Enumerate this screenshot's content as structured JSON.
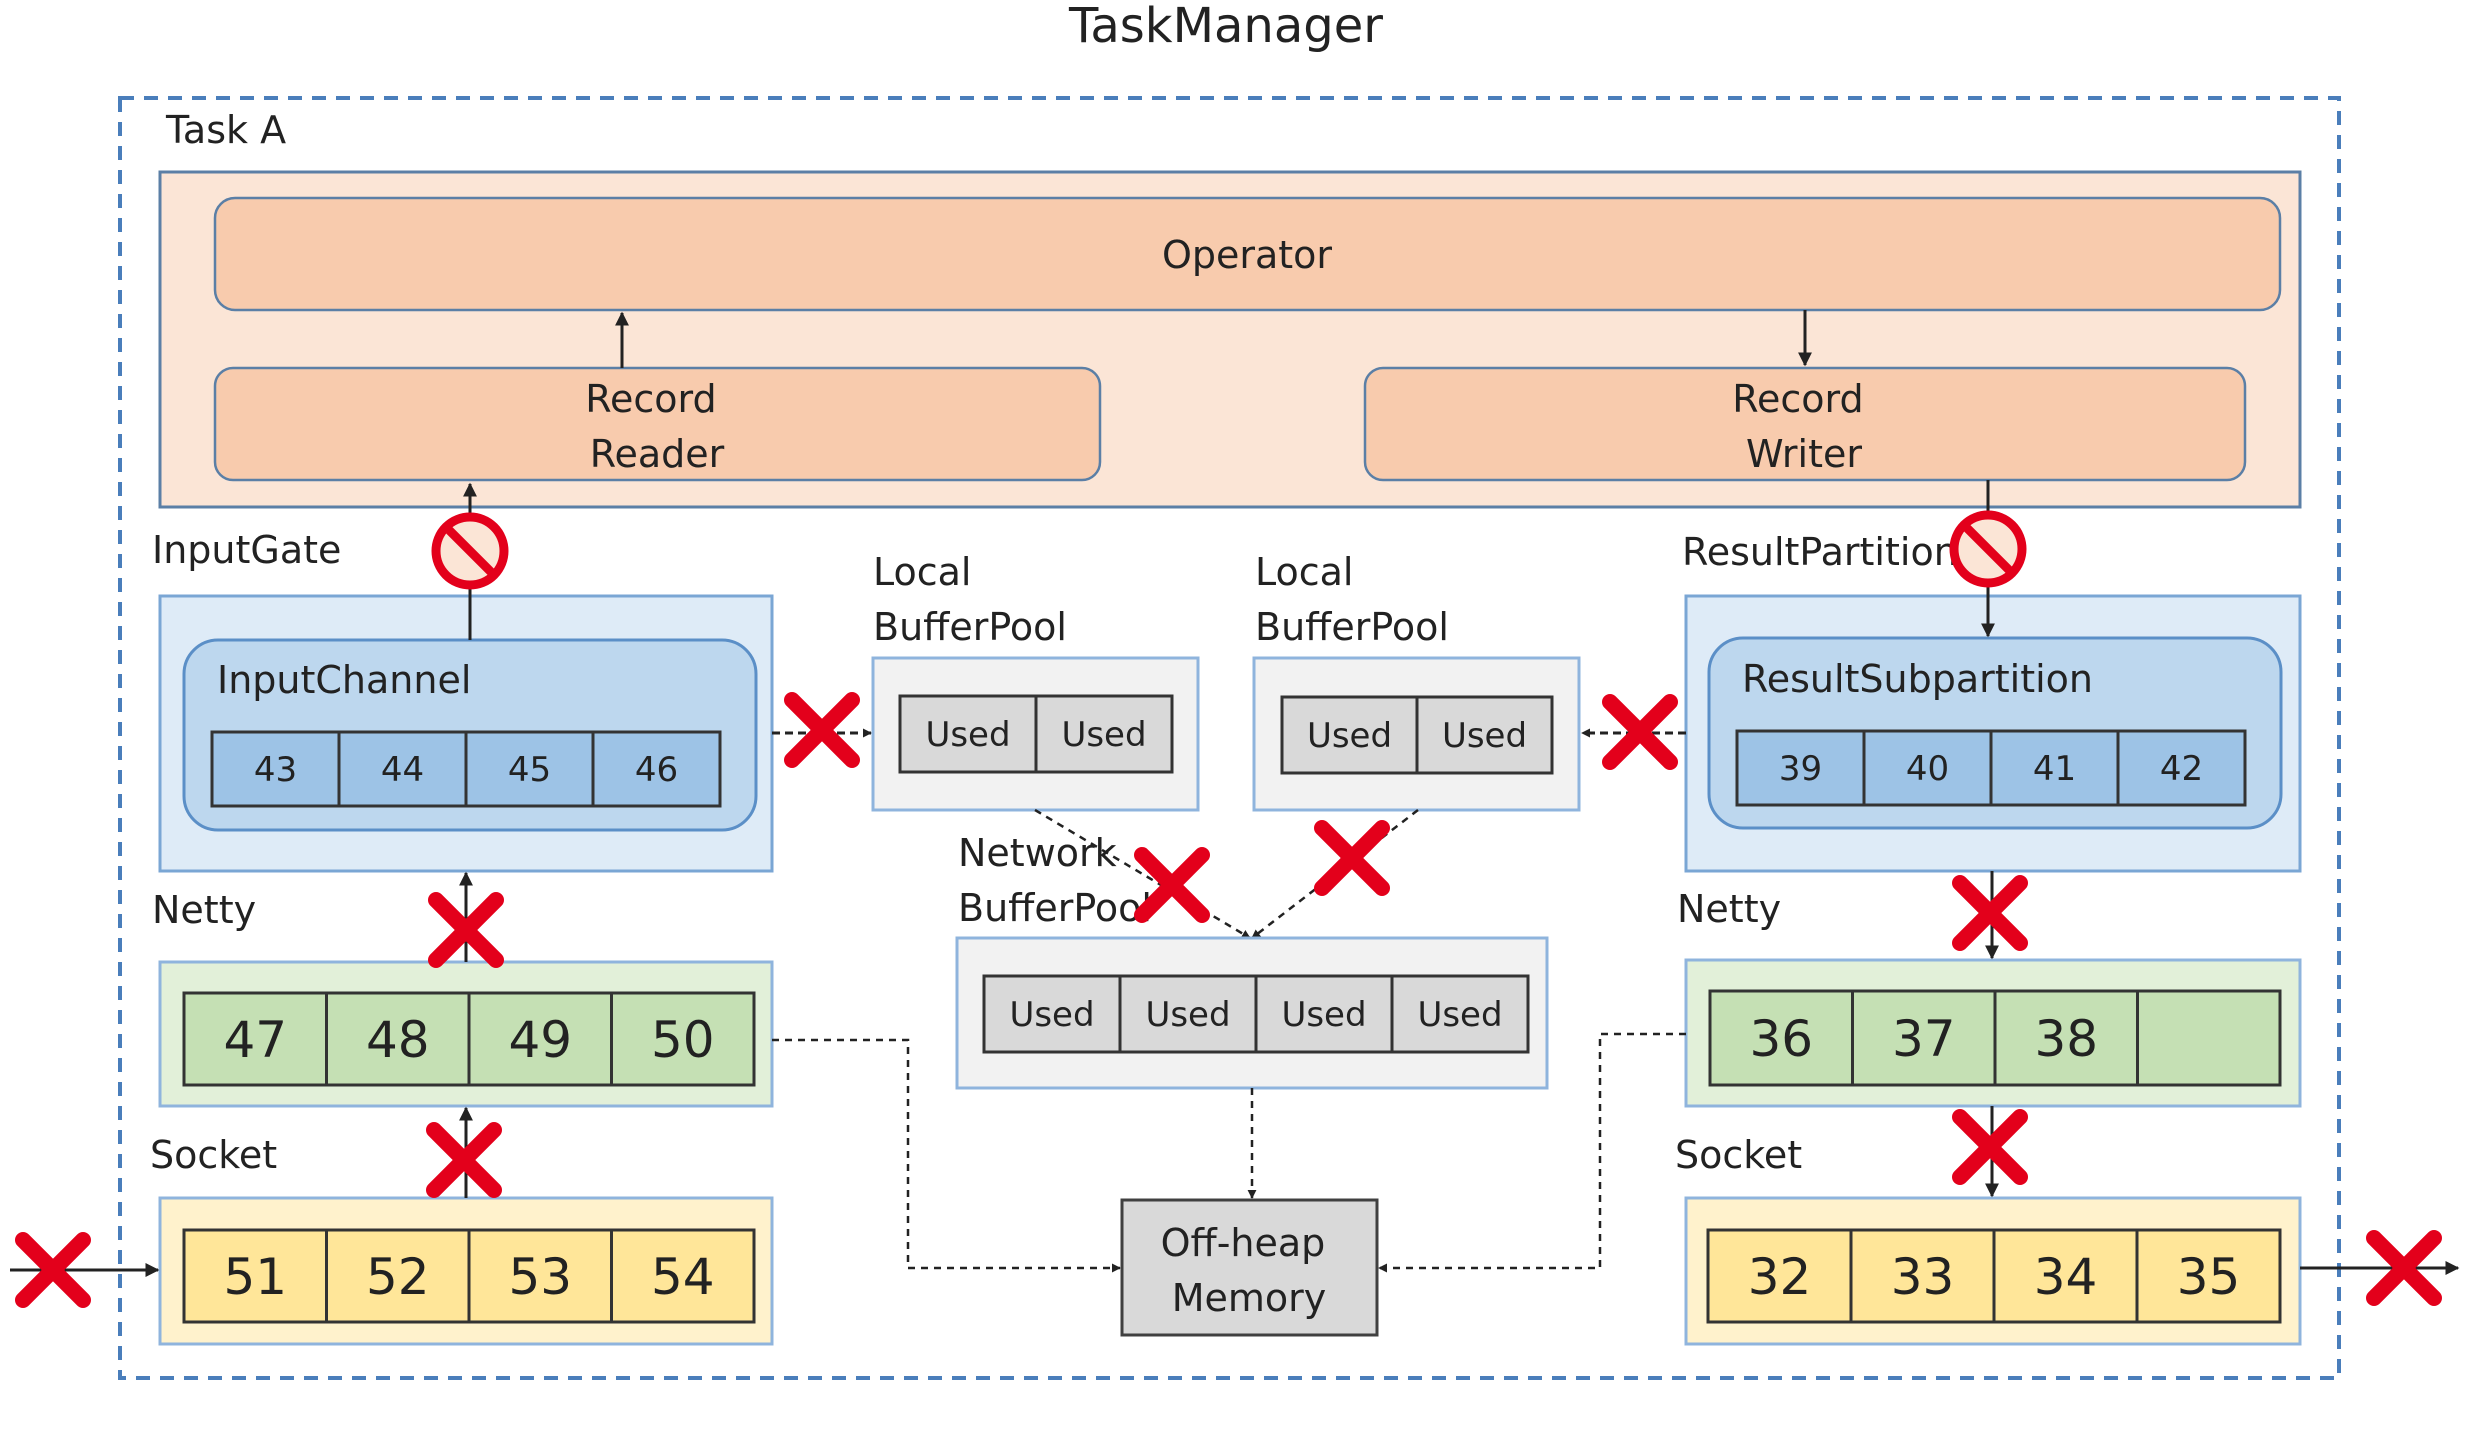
{
  "title": "TaskManager",
  "task": {
    "label": "Task A",
    "operator": "Operator",
    "record_reader": [
      "Record",
      "Reader"
    ],
    "record_writer": [
      "Record",
      "Writer"
    ]
  },
  "input_side": {
    "gate_label": "InputGate",
    "channel_label": "InputChannel",
    "channel_buffers": [
      "43",
      "44",
      "45",
      "46"
    ],
    "netty_label": "Netty",
    "netty_buffers": [
      "47",
      "48",
      "49",
      "50"
    ],
    "socket_label": "Socket",
    "socket_buffers": [
      "51",
      "52",
      "53",
      "54"
    ]
  },
  "output_side": {
    "partition_label": "ResultPartition",
    "subpartition_label": "ResultSubpartition",
    "subpartition_buffers": [
      "39",
      "40",
      "41",
      "42"
    ],
    "netty_label": "Netty",
    "netty_buffers": [
      "36",
      "37",
      "38",
      ""
    ],
    "socket_label": "Socket",
    "socket_buffers": [
      "32",
      "33",
      "34",
      "35"
    ]
  },
  "local_pool_left": {
    "label": [
      "Local",
      "BufferPool"
    ],
    "buffers": [
      "Used",
      "Used"
    ]
  },
  "local_pool_right": {
    "label": [
      "Local",
      "BufferPool"
    ],
    "buffers": [
      "Used",
      "Used"
    ]
  },
  "network_pool": {
    "label": [
      "Network",
      "BufferPool"
    ],
    "buffers": [
      "Used",
      "Used",
      "Used",
      "Used"
    ]
  },
  "offheap": [
    "Off-heap",
    "Memory"
  ],
  "colors": {
    "task_bg": "#fbe5d6",
    "operator_fill": "#f8cbad",
    "blue_outer": "#deebf7",
    "blue_inner": "#bdd7ee",
    "blue_cell": "#9dc3e6",
    "green_outer": "#e2f0d9",
    "green_cell": "#c5e0b4",
    "yellow_outer": "#fff2cc",
    "yellow_cell": "#ffe699",
    "gray_outer": "#f2f2f2",
    "gray_cell": "#d9d9d9",
    "dash_border": "#4a7ebb",
    "cross": "#e3001b"
  }
}
